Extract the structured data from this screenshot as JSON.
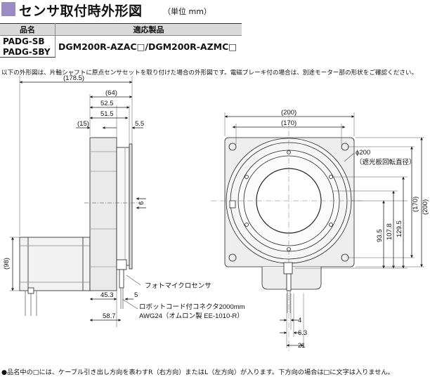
{
  "title": {
    "text": "センサ取付時外形図",
    "unit": "（単位 mm）"
  },
  "spec_table": {
    "headers": [
      "品名",
      "適応製品"
    ],
    "rows": [
      {
        "names": [
          "PADG-SB",
          "PADG-SBY"
        ],
        "product": "DGM200R-AZAC□/DGM200R-AZMC□"
      }
    ]
  },
  "note": "以下の外形図は、片軸シャフトに原点センサセットを取り付けた場合の外形図です。電磁ブレーキ付の場合は、別途モーター部の形状をご確認ください。",
  "side_view": {
    "dims": {
      "overall": "(178.5)",
      "d64": "(64)",
      "d52_5": "52.5",
      "d51_5": "51.5",
      "d15": "(15)",
      "d5_5": "5.5",
      "d6": "6",
      "d98": "(98)",
      "d45_3": "45.3",
      "d5": "5",
      "d58_7": "58.7"
    },
    "labels": {
      "photo_sensor": "フォトマイクロセンサ",
      "cable_line1": "ロボットコード付コネクタ2000mm",
      "cable_line2": "AWG24（オムロン製 EE-1010-R）"
    }
  },
  "front_view": {
    "dims": {
      "d200": "(200)",
      "d170": "(170)",
      "phi200": "ϕ200",
      "phi200_note": "（遮光板回転直径）",
      "v170": "(170)",
      "v200": "(200)",
      "v93_5": "93.5",
      "v107_8": "107.8",
      "v129_5": "129.5",
      "h4": "4",
      "h6_3": "6.3",
      "h21": "21"
    }
  },
  "footnote": "●品名中の□には、ケーブル引き出し方向を表わすR（右方向）またはL（左方向）が入ります。下方向の場合は□に文字は入りません。"
}
